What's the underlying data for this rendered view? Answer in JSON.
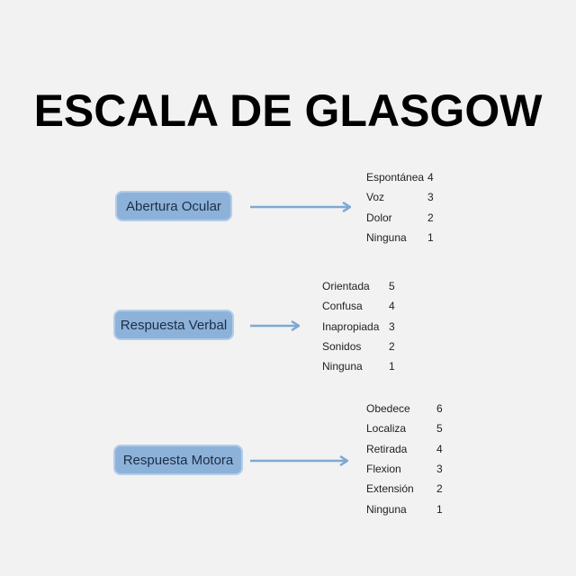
{
  "title": "ESCALA DE GLASGOW",
  "colors": {
    "box_fill": "#8db2da",
    "box_border": "#b3cdea",
    "arrow": "#7ea8d4"
  },
  "sections": [
    {
      "label": "Abertura Ocular",
      "items": [
        {
          "name": "Espontánea",
          "score": "4"
        },
        {
          "name": "Voz",
          "score": "3"
        },
        {
          "name": "Dolor",
          "score": "2"
        },
        {
          "name": "Ninguna",
          "score": "1"
        }
      ]
    },
    {
      "label": "Respuesta Verbal",
      "items": [
        {
          "name": "Orientada",
          "score": "5"
        },
        {
          "name": "Confusa",
          "score": "4"
        },
        {
          "name": "Inapropiada",
          "score": "3"
        },
        {
          "name": "Sonidos",
          "score": "2"
        },
        {
          "name": "Ninguna",
          "score": "1"
        }
      ]
    },
    {
      "label": "Respuesta Motora",
      "items": [
        {
          "name": "Obedece",
          "score": "6"
        },
        {
          "name": "Localiza",
          "score": "5"
        },
        {
          "name": "Retirada",
          "score": "4"
        },
        {
          "name": "Flexion",
          "score": "3"
        },
        {
          "name": "Extensión",
          "score": "2"
        },
        {
          "name": "Ninguna",
          "score": "1"
        }
      ]
    }
  ]
}
